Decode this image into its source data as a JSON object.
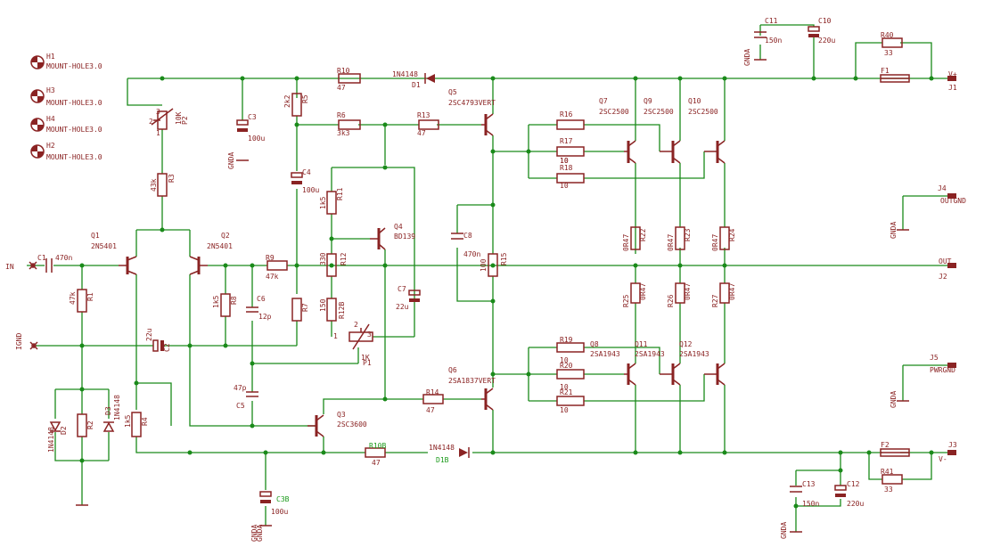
{
  "colors": {
    "wire": "#1a8a1a",
    "component": "#8a2323",
    "highlight_label": "#1a9a1a"
  },
  "labels": [
    {
      "t": "H1"
    },
    {
      "t": "MOUNT-HOLE3.0"
    },
    {
      "t": "H3"
    },
    {
      "t": "MOUNT-HOLE3.0"
    },
    {
      "t": "H4"
    },
    {
      "t": "MOUNT-HOLE3.0"
    },
    {
      "t": "H2"
    },
    {
      "t": "MOUNT-HOLE3.0"
    },
    {
      "t": "C11"
    },
    {
      "t": "150n"
    },
    {
      "t": "C10"
    },
    {
      "t": "220u"
    },
    {
      "t": "GNDA"
    },
    {
      "t": "R40"
    },
    {
      "t": "33"
    },
    {
      "t": "F1"
    },
    {
      "t": "V+"
    },
    {
      "t": "J1"
    },
    {
      "t": "R10"
    },
    {
      "t": "47"
    },
    {
      "t": "1N4148"
    },
    {
      "t": "D1"
    },
    {
      "t": "2"
    },
    {
      "t": "3"
    },
    {
      "t": "1"
    },
    {
      "t": "10K"
    },
    {
      "t": "P2"
    },
    {
      "t": "C3"
    },
    {
      "t": "100u"
    },
    {
      "t": "GNDA"
    },
    {
      "t": "2k2"
    },
    {
      "t": "R5"
    },
    {
      "t": "R6"
    },
    {
      "t": "3k3"
    },
    {
      "t": "R13"
    },
    {
      "t": "47"
    },
    {
      "t": "Q5"
    },
    {
      "t": "2SC4793VERT"
    },
    {
      "t": "R16"
    },
    {
      "t": "10"
    },
    {
      "t": "R17"
    },
    {
      "t": "10"
    },
    {
      "t": "R18"
    },
    {
      "t": "10"
    },
    {
      "t": "Q7"
    },
    {
      "t": "2SC2500"
    },
    {
      "t": "Q9"
    },
    {
      "t": "2SC2500"
    },
    {
      "t": "Q10"
    },
    {
      "t": "2SC2500"
    },
    {
      "t": "J4"
    },
    {
      "t": "OUTGND"
    },
    {
      "t": "GNDA"
    },
    {
      "t": "C4"
    },
    {
      "t": "100u"
    },
    {
      "t": "43k"
    },
    {
      "t": "R3"
    },
    {
      "t": "1k5"
    },
    {
      "t": "R11"
    },
    {
      "t": "Q4"
    },
    {
      "t": "BD139"
    },
    {
      "t": "C8"
    },
    {
      "t": "470n"
    },
    {
      "t": "100"
    },
    {
      "t": "R15"
    },
    {
      "t": "0R47"
    },
    {
      "t": "R22"
    },
    {
      "t": "0R47"
    },
    {
      "t": "R23"
    },
    {
      "t": "0R47"
    },
    {
      "t": "R24"
    },
    {
      "t": "Q1"
    },
    {
      "t": "2N5401"
    },
    {
      "t": "Q2"
    },
    {
      "t": "2N5401"
    },
    {
      "t": "C1"
    },
    {
      "t": "470n"
    },
    {
      "t": "IN"
    },
    {
      "t": "R9"
    },
    {
      "t": "47k"
    },
    {
      "t": "330"
    },
    {
      "t": "R12"
    },
    {
      "t": "OUT"
    },
    {
      "t": "J2"
    },
    {
      "t": "47k"
    },
    {
      "t": "R1"
    },
    {
      "t": "1k5"
    },
    {
      "t": "R8"
    },
    {
      "t": "C6"
    },
    {
      "t": "12p"
    },
    {
      "t": "R7"
    },
    {
      "t": "150"
    },
    {
      "t": "R12B"
    },
    {
      "t": "C7"
    },
    {
      "t": "22u"
    },
    {
      "t": "R25"
    },
    {
      "t": "0R47"
    },
    {
      "t": "R26"
    },
    {
      "t": "0R47"
    },
    {
      "t": "R27"
    },
    {
      "t": "0R47"
    },
    {
      "t": "IGND"
    },
    {
      "t": "22u"
    },
    {
      "t": "C2"
    },
    {
      "t": "1"
    },
    {
      "t": "2"
    },
    {
      "t": "3"
    },
    {
      "t": "1K"
    },
    {
      "t": "P1"
    },
    {
      "t": "R19"
    },
    {
      "t": "10"
    },
    {
      "t": "Q8"
    },
    {
      "t": "2SA1943"
    },
    {
      "t": "Q11"
    },
    {
      "t": "2SA1943"
    },
    {
      "t": "Q12"
    },
    {
      "t": "2SA1943"
    },
    {
      "t": "J5"
    },
    {
      "t": "PWRGND"
    },
    {
      "t": "GNDA"
    },
    {
      "t": "R20"
    },
    {
      "t": "10"
    },
    {
      "t": "R21"
    },
    {
      "t": "10"
    },
    {
      "t": "Q6"
    },
    {
      "t": "2SA1837VERT"
    },
    {
      "t": "47p"
    },
    {
      "t": "C5"
    },
    {
      "t": "R14"
    },
    {
      "t": "47"
    },
    {
      "t": "1k5"
    },
    {
      "t": "R4"
    },
    {
      "t": "R2"
    },
    {
      "t": "1N4148"
    },
    {
      "t": "D2"
    },
    {
      "t": "D3"
    },
    {
      "t": "1N4148"
    },
    {
      "t": "Q3"
    },
    {
      "t": "2SC3600"
    },
    {
      "t": "R10B"
    },
    {
      "t": "47"
    },
    {
      "t": "1N4148"
    },
    {
      "t": "D1B"
    },
    {
      "t": "F2"
    },
    {
      "t": "J3"
    },
    {
      "t": "V-"
    },
    {
      "t": "R41"
    },
    {
      "t": "33"
    },
    {
      "t": "C3B"
    },
    {
      "t": "100u"
    },
    {
      "t": "GNDA"
    },
    {
      "t": "GNDA"
    },
    {
      "t": "C13"
    },
    {
      "t": "150n"
    },
    {
      "t": "C12"
    },
    {
      "t": "220u"
    },
    {
      "t": "GNDA"
    }
  ]
}
